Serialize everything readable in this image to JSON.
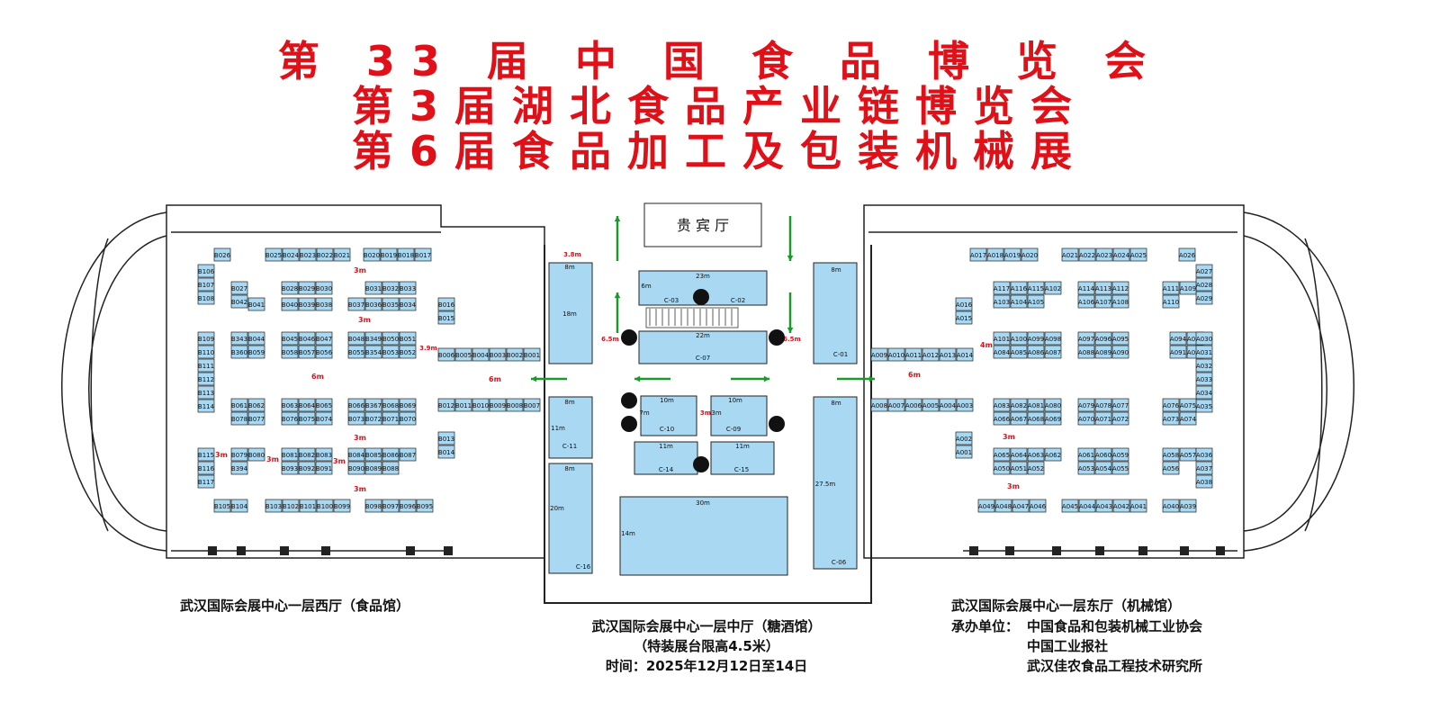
{
  "titles": [
    "第 33 届 中 国 食 品 博 览 会",
    "第3届湖北食品产业链博览会",
    "第6届食品加工及包装机械展"
  ],
  "vip_hall": "贵 宾 厅",
  "captions": {
    "west": "武汉国际会展中心一层西厅（食品馆）",
    "middle": "武汉国际会展中心一层中厅（糖酒馆）",
    "middle_note": "（特装展台限高4.5米）",
    "time": "时间：2025年12月12日至14日",
    "east": "武汉国际会展中心一层东厅（机械馆）",
    "organizer_label": "承办单位：",
    "organizers": [
      "中国食品和包装机械工业协会",
      "中国工业报社",
      "武汉佳农食品工程技术研究所"
    ]
  },
  "colors": {
    "title": "#e01018",
    "booth": "#a8d8f2",
    "booth_border": "#222",
    "arrow": "#1a9a2a",
    "dim": "#d0161e"
  },
  "booths": {
    "west": [
      [
        "B026"
      ],
      [
        "B025",
        "B024",
        "B023",
        "B022",
        "B021"
      ],
      [
        "B020",
        "B019",
        "B018",
        "B017"
      ],
      [
        "B106",
        "B107",
        "B108"
      ],
      [
        "B027",
        "B042"
      ],
      [
        "B028",
        "B029",
        "B030"
      ],
      [
        "B031",
        "B032",
        "B033"
      ],
      [
        "B041"
      ],
      [
        "B040",
        "B039",
        "B038"
      ],
      [
        "B037",
        "B036",
        "B035",
        "B034"
      ],
      [
        "B016",
        "B015"
      ],
      [
        "B109",
        "B110",
        "B111",
        "B112",
        "B113",
        "B114"
      ],
      [
        "B343",
        "B044",
        "B360",
        "B059"
      ],
      [
        "B045",
        "B046",
        "B047",
        "B058",
        "B057",
        "B056"
      ],
      [
        "B048",
        "B349",
        "B050",
        "B051",
        "B055",
        "B354",
        "B053",
        "B052"
      ],
      [
        "B006",
        "B005",
        "B004",
        "B003",
        "B002",
        "B001"
      ],
      [
        "B061",
        "B062",
        "B078",
        "B077"
      ],
      [
        "B063",
        "B064",
        "B065",
        "B076",
        "B075",
        "B074"
      ],
      [
        "B066",
        "B367",
        "B068",
        "B069",
        "B073",
        "B072",
        "B071",
        "B070"
      ],
      [
        "B012",
        "B011",
        "B010",
        "B009",
        "B008",
        "B007"
      ],
      [
        "B013",
        "B014"
      ],
      [
        "B115",
        "B116",
        "B117"
      ],
      [
        "B079",
        "B080",
        "B394"
      ],
      [
        "B081",
        "B082",
        "B083",
        "B093",
        "B092",
        "B091"
      ],
      [
        "B084",
        "B085",
        "B086",
        "B087",
        "B090",
        "B089",
        "B088"
      ],
      [
        "B105",
        "B104"
      ],
      [
        "B103",
        "B102",
        "B101",
        "B100",
        "B099"
      ],
      [
        "B098",
        "B097",
        "B096",
        "B095"
      ]
    ],
    "east": [
      [
        "A017",
        "A018",
        "A019",
        "A020"
      ],
      [
        "A021",
        "A022",
        "A023",
        "A024",
        "A025"
      ],
      [
        "A026"
      ],
      [
        "A027",
        "A028",
        "A029"
      ],
      [
        "A117",
        "A116",
        "A115",
        "A102",
        "A103",
        "A104",
        "A105"
      ],
      [
        "A114",
        "A113",
        "A112",
        "A106",
        "A107",
        "A108"
      ],
      [
        "A111",
        "A109",
        "A110"
      ],
      [
        "A016",
        "A015"
      ],
      [
        "A101",
        "A100",
        "A099",
        "A098",
        "A084",
        "A085",
        "A086",
        "A087"
      ],
      [
        "A097",
        "A096",
        "A095",
        "A088",
        "A089",
        "A090"
      ],
      [
        "A094",
        "A093",
        "A091",
        "A092"
      ],
      [
        "A030",
        "A031",
        "A032",
        "A033",
        "A034",
        "A035"
      ],
      [
        "A009",
        "A010",
        "A011",
        "A012",
        "A013",
        "A014"
      ],
      [
        "A008",
        "A007",
        "A006",
        "A005",
        "A004",
        "A003"
      ],
      [
        "A083",
        "A082",
        "A081",
        "A080",
        "A066",
        "A067",
        "A068",
        "A069"
      ],
      [
        "A079",
        "A078",
        "A077",
        "A070",
        "A071",
        "A072"
      ],
      [
        "A076",
        "A075",
        "A073",
        "A074"
      ],
      [
        "A002",
        "A001"
      ],
      [
        "A065",
        "A064",
        "A063",
        "A062",
        "A050",
        "A051",
        "A052"
      ],
      [
        "A061",
        "A060",
        "A059",
        "A053",
        "A054",
        "A055"
      ],
      [
        "A058",
        "A057",
        "A056"
      ],
      [
        "A036",
        "A037",
        "A038"
      ],
      [
        "A049",
        "A048",
        "A047",
        "A046"
      ],
      [
        "A045",
        "A044",
        "A043",
        "A042",
        "A041"
      ],
      [
        "A040",
        "A039"
      ]
    ]
  },
  "middle": {
    "left_col": [
      {
        "label": "18m",
        "dim": "8m"
      },
      {
        "label": "C-11",
        "dim": "8m"
      },
      {
        "label": "C-16",
        "dim": "8m"
      }
    ],
    "right_col": [
      {
        "label": "C-01",
        "dim": "8m"
      },
      {
        "label": "C-06",
        "dim": "8m"
      }
    ],
    "center": [
      "C-03",
      "C-02",
      "C-07",
      "C-10",
      "C-09",
      "C-14",
      "C-15"
    ],
    "dims": [
      "23m",
      "22m",
      "10m",
      "10m",
      "11m",
      "11m",
      "30m",
      "14m",
      "20m",
      "27.5m",
      "11m",
      "6m",
      "7m",
      "3m",
      "6.5m",
      "6.5m",
      "3.8m",
      "3m",
      "3.9m"
    ]
  },
  "dim_labels": [
    "3m",
    "3m",
    "6m",
    "6m",
    "3m",
    "3m",
    "3m",
    "3m",
    "3m",
    "4m",
    "6m",
    "3m",
    "3m"
  ]
}
